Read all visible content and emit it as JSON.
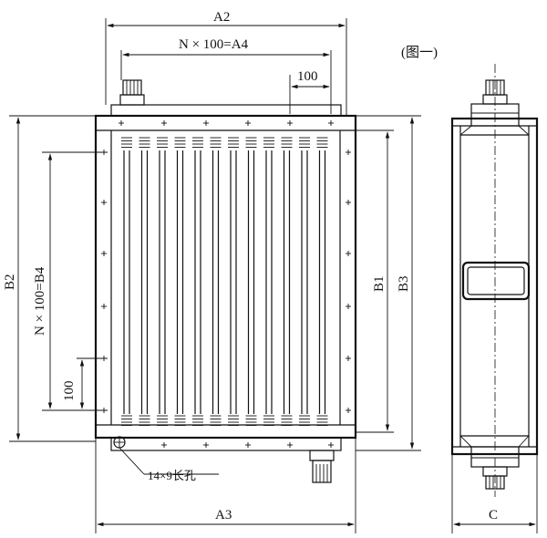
{
  "figure_label": "(图一)",
  "dimensions": {
    "a2": "A2",
    "a4": "N × 100=A4",
    "pitch_top": "100",
    "b2": "B2",
    "b4": "N × 100=B4",
    "pitch_left": "100",
    "b1": "B1",
    "b3": "B3",
    "a3": "A3",
    "c": "C"
  },
  "hole_note": "14×9长孔",
  "colors": {
    "line": "#111111",
    "background": "#ffffff"
  }
}
